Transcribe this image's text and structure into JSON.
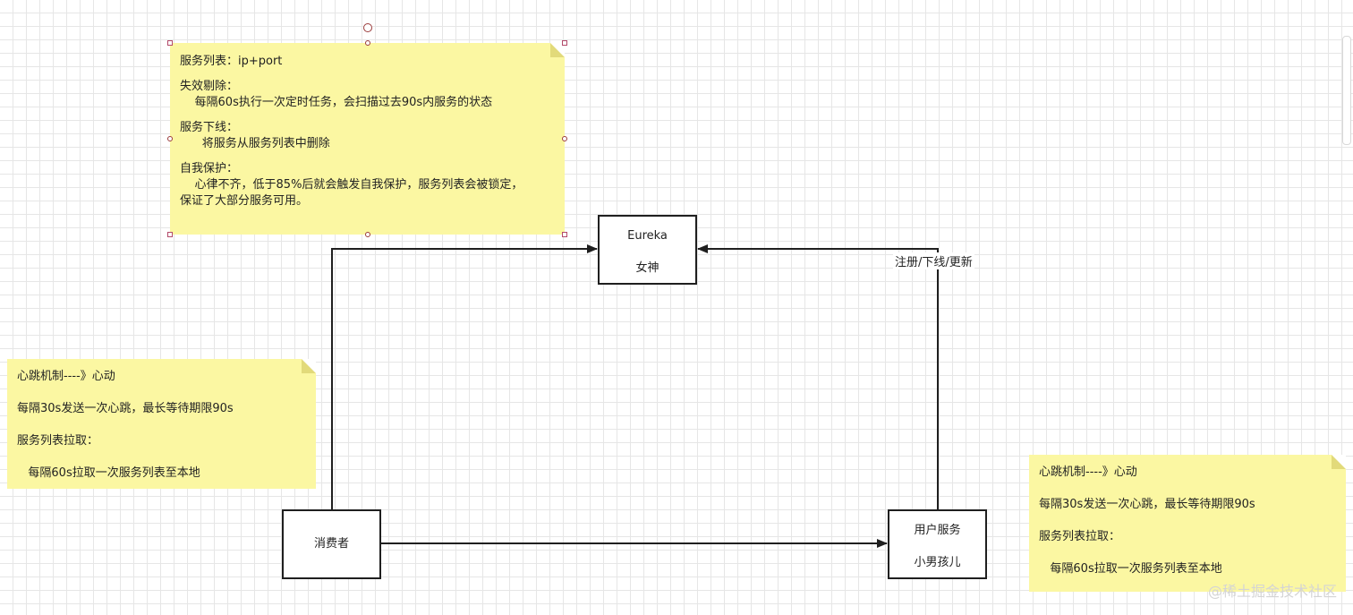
{
  "note_top": {
    "title": "服务列表：ip+port",
    "h1": "失效剔除：",
    "l1": "    每隔60s执行一次定时任务，会扫描过去90s内服务的状态",
    "h2": "服务下线：",
    "l2": "      将服务从服务列表中删除",
    "h3": "自我保护：",
    "l3a": "    心律不齐，低于85%后就会触发自我保护，服务列表会被锁定，",
    "l3b": "保证了大部分服务可用。"
  },
  "note_left": {
    "l1": "心跳机制----》心动",
    "l2": "每隔30s发送一次心跳，最长等待期限90s",
    "l3": "服务列表拉取：",
    "l4": "   每隔60s拉取一次服务列表至本地"
  },
  "note_right": {
    "l1": "心跳机制----》心动",
    "l2": "每隔30s发送一次心跳，最长等待期限90s",
    "l3": "服务列表拉取：",
    "l4": "   每隔60s拉取一次服务列表至本地"
  },
  "eureka": {
    "line1": "Eureka",
    "line2": "女神"
  },
  "consumer": {
    "label": "消费者"
  },
  "provider": {
    "line1": "用户服务",
    "line2": "小男孩儿"
  },
  "edge_label": "注册/下线/更新",
  "watermark": "@稀土掘金技术社区",
  "colors": {
    "note_bg": "#fbf7a2",
    "line": "#1f1f1f"
  }
}
